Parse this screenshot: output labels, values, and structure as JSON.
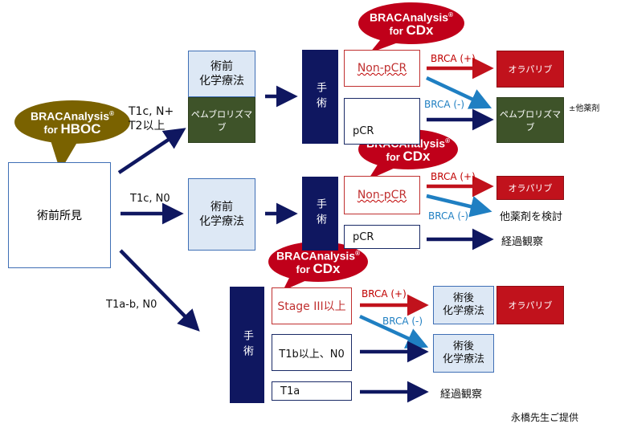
{
  "bubbles": {
    "hboc": {
      "name": "BRACAnalysis",
      "reg": "®",
      "line2_prefix": "for ",
      "line2_strong": "HBOC"
    },
    "cdx1": {
      "name": "BRACAnalysis",
      "reg": "®",
      "line2_prefix": "for ",
      "line2_strong": "CDx"
    },
    "cdx2": {
      "name": "BRACAnalysis",
      "reg": "®",
      "line2_prefix": "for ",
      "line2_strong": "CDx"
    },
    "cdx3": {
      "name": "BRACAnalysis",
      "reg": "®",
      "line2_prefix": "for ",
      "line2_strong": "CDx"
    }
  },
  "start": {
    "label": "術前所見"
  },
  "branches": {
    "top": {
      "line1": "T1c, N+",
      "line2": "T2以上"
    },
    "mid": {
      "label": "T1c, N0"
    },
    "bottom": {
      "label": "T1a-b, N0"
    }
  },
  "boxes": {
    "neoadj_top_line1": "術前",
    "neoadj_top_line2": "化学療法",
    "pembro_top": "ペムブロリズマブ",
    "surgery_top": "手術",
    "non_pcr_top": "Non-pCR",
    "pcr_top": "pCR",
    "olaparib_top": "オラパリブ",
    "pembro_right": "ペムブロリズマブ",
    "other_drugs_note": "±他薬剤",
    "neoadj_mid_line1": "術前",
    "neoadj_mid_line2": "化学療法",
    "surgery_mid": "手術",
    "non_pcr_mid": "Non-pCR",
    "pcr_mid": "pCR",
    "olaparib_mid": "オラパリブ",
    "consider_other": "他薬剤を検討",
    "observe_mid": "経過観察",
    "surgery_bottom": "手術",
    "stage": "Stage III以上",
    "t1b": "T1b以上、N0",
    "t1a": "T1a",
    "adj1_line1": "術後",
    "adj1_line2": "化学療法",
    "olaparib_bottom": "オラパリブ",
    "adj2_line1": "術後",
    "adj2_line2": "化学療法",
    "observe_bottom": "経過観察"
  },
  "labels": {
    "brca_pos": "BRCA (+)",
    "brca_neg": "BRCA (-)"
  },
  "credit": "永橋先生ご提供",
  "colors": {
    "navy": "#0f1760",
    "red": "#c1121c",
    "blue_arrow": "#1f7fc2",
    "dark_green": "#3e5329",
    "light_blue": "#dde8f5",
    "bubble_olive": "#7a6200",
    "bubble_red": "#c0001a"
  }
}
